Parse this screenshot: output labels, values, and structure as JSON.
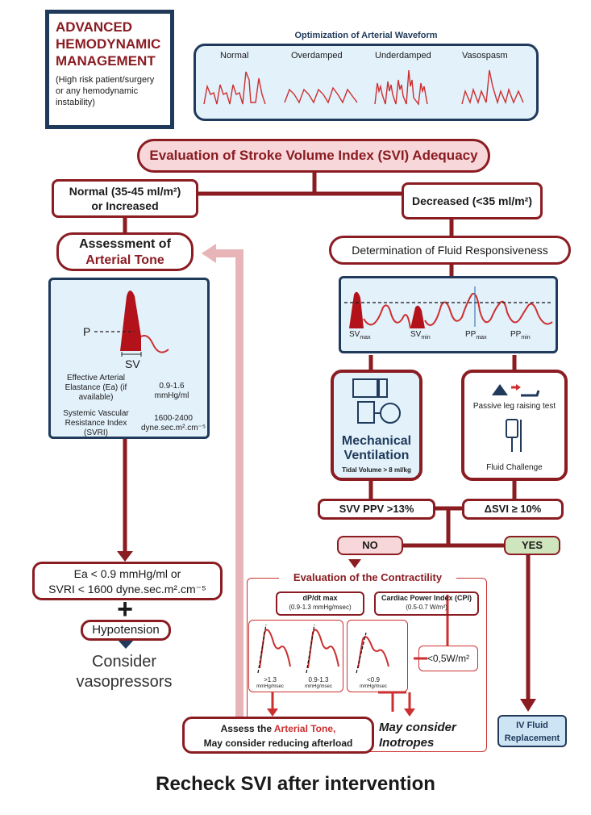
{
  "header": {
    "title_lines": [
      "ADVANCED",
      "HEMODYNAMIC",
      "MANAGEMENT"
    ],
    "subtitle": "(High risk patient/surgery or any hemodynamic instability)"
  },
  "waveform_panel": {
    "title": "Optimization of Arterial Waveform",
    "labels": [
      "Normal",
      "Overdamped",
      "Underdamped",
      "Vasospasm"
    ]
  },
  "svi_box": "Evaluation of Stroke Volume Index (SVI) Adequacy",
  "normal_box": {
    "line1": "Normal (35-45 ml/m²)",
    "line2": "or Increased"
  },
  "decreased_box": "Decreased (<35 ml/m²)",
  "arterial_tone_box": {
    "line1": "Assessment of",
    "line2": "Arterial Tone"
  },
  "left_panel": {
    "p_label": "P",
    "sv_label": "SV",
    "ea_label": "Effective Arterial Elastance (Ea) (if available)",
    "ea_value": "0.9-1.6 mmHg/ml",
    "svri_label": "Systemic Vascular Resistance Index (SVRI)",
    "svri_value": "1600-2400 dyne.sec.m².cm⁻⁵"
  },
  "fluid_resp_box": "Determination of Fluid Responsiveness",
  "fluid_panel": {
    "sv_max": "SV",
    "sv_max_sub": "max",
    "sv_min": "SV",
    "sv_min_sub": "min",
    "pp_max": "PP",
    "pp_max_sub": "max",
    "pp_min": "PP",
    "pp_min_sub": "min"
  },
  "mech_vent": {
    "line1": "Mechanical",
    "line2": "Ventilation",
    "line3": "Tidal Volume > 8 ml/kg"
  },
  "plr": {
    "label1": "Passive leg raising test",
    "label2": "Fluid Challenge"
  },
  "svv_box": "SVV PPV >13%",
  "dsvi_box": "ΔSVI ≥ 10%",
  "no_label": "NO",
  "yes_label": "YES",
  "contractility": {
    "title": "Evaluation of the Contractility",
    "dpdt_title": "dP/dt max",
    "dpdt_range": "(0.9-1.3 mmHg/msec)",
    "cpi_title": "Cardiac Power Index (CPI)",
    "cpi_range": "(0.5-0.7 W/m²)",
    "curve_labels": [
      ">1.3",
      "0.9-1.3",
      "<0.9"
    ],
    "curve_unit": "mmHg/msec",
    "cpi_threshold": "<0,5W/m²",
    "inotropes": "May consider Inotropes"
  },
  "ea_low_box": {
    "line1": "Ea < 0.9 mmHg/ml or",
    "line2": "SVRI < 1600 dyne.sec.m².cm⁻⁵"
  },
  "plus": "+",
  "hypotension": "Hypotension",
  "vasopressors": {
    "line1": "Consider",
    "line2": "vasopressors"
  },
  "assess_box": {
    "pre": "Assess the ",
    "highlight": "Arterial Tone,",
    "line2": "May consider reducing afterload"
  },
  "iv_box": {
    "line1": "IV Fluid",
    "line2": "Replacement"
  },
  "footer": "Recheck SVI after intervention",
  "colors": {
    "dark_red": "#8a1c22",
    "navy": "#1f3a5b",
    "light_blue": "#e3f1fb",
    "pink": "#f7d7d9",
    "green": "#cfe5bd"
  }
}
